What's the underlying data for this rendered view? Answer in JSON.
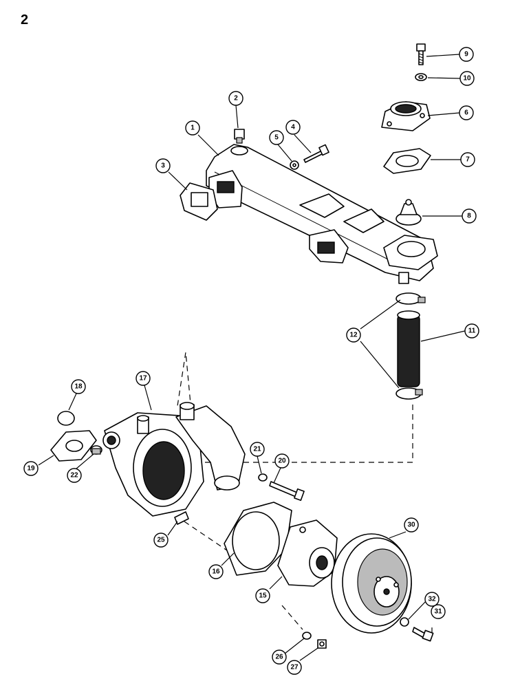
{
  "page_number": "2",
  "callouts": [
    {
      "label": "1"
    },
    {
      "label": "2"
    },
    {
      "label": "3"
    },
    {
      "label": "4"
    },
    {
      "label": "5"
    },
    {
      "label": "6"
    },
    {
      "label": "7"
    },
    {
      "label": "8"
    },
    {
      "label": "9"
    },
    {
      "label": "10"
    },
    {
      "label": "11"
    },
    {
      "label": "12"
    },
    {
      "label": "15"
    },
    {
      "label": "16"
    },
    {
      "label": "17"
    },
    {
      "label": "18"
    },
    {
      "label": "19"
    },
    {
      "label": "20"
    },
    {
      "label": "21"
    },
    {
      "label": "22"
    },
    {
      "label": "25"
    },
    {
      "label": "26"
    },
    {
      "label": "27"
    },
    {
      "label": "30"
    },
    {
      "label": "31"
    },
    {
      "label": "32"
    }
  ]
}
